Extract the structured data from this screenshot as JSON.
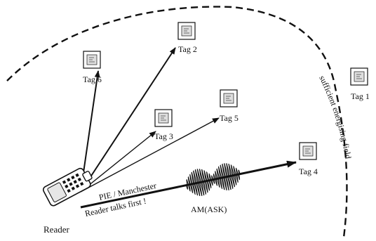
{
  "colors": {
    "ink": "#111111",
    "paper": "#ffffff",
    "tag_fill": "#dedede"
  },
  "reader": {
    "label": "Reader",
    "icon": "handheld-reader-icon"
  },
  "tags": [
    {
      "id": "tag-1",
      "label": "Tag 1"
    },
    {
      "id": "tag-2",
      "label": "Tag 2"
    },
    {
      "id": "tag-3",
      "label": "Tag 3"
    },
    {
      "id": "tag-4",
      "label": "Tag 4"
    },
    {
      "id": "tag-5",
      "label": "Tag 5"
    },
    {
      "id": "tag-6",
      "label": "Tag 6"
    }
  ],
  "field_boundary": {
    "label": "sufficient energising field",
    "style": "dashed arc"
  },
  "signal": {
    "encoding": "PIE / Manchester",
    "protocol_note": "Reader talks first !",
    "modulation": "AM(ASK)"
  }
}
